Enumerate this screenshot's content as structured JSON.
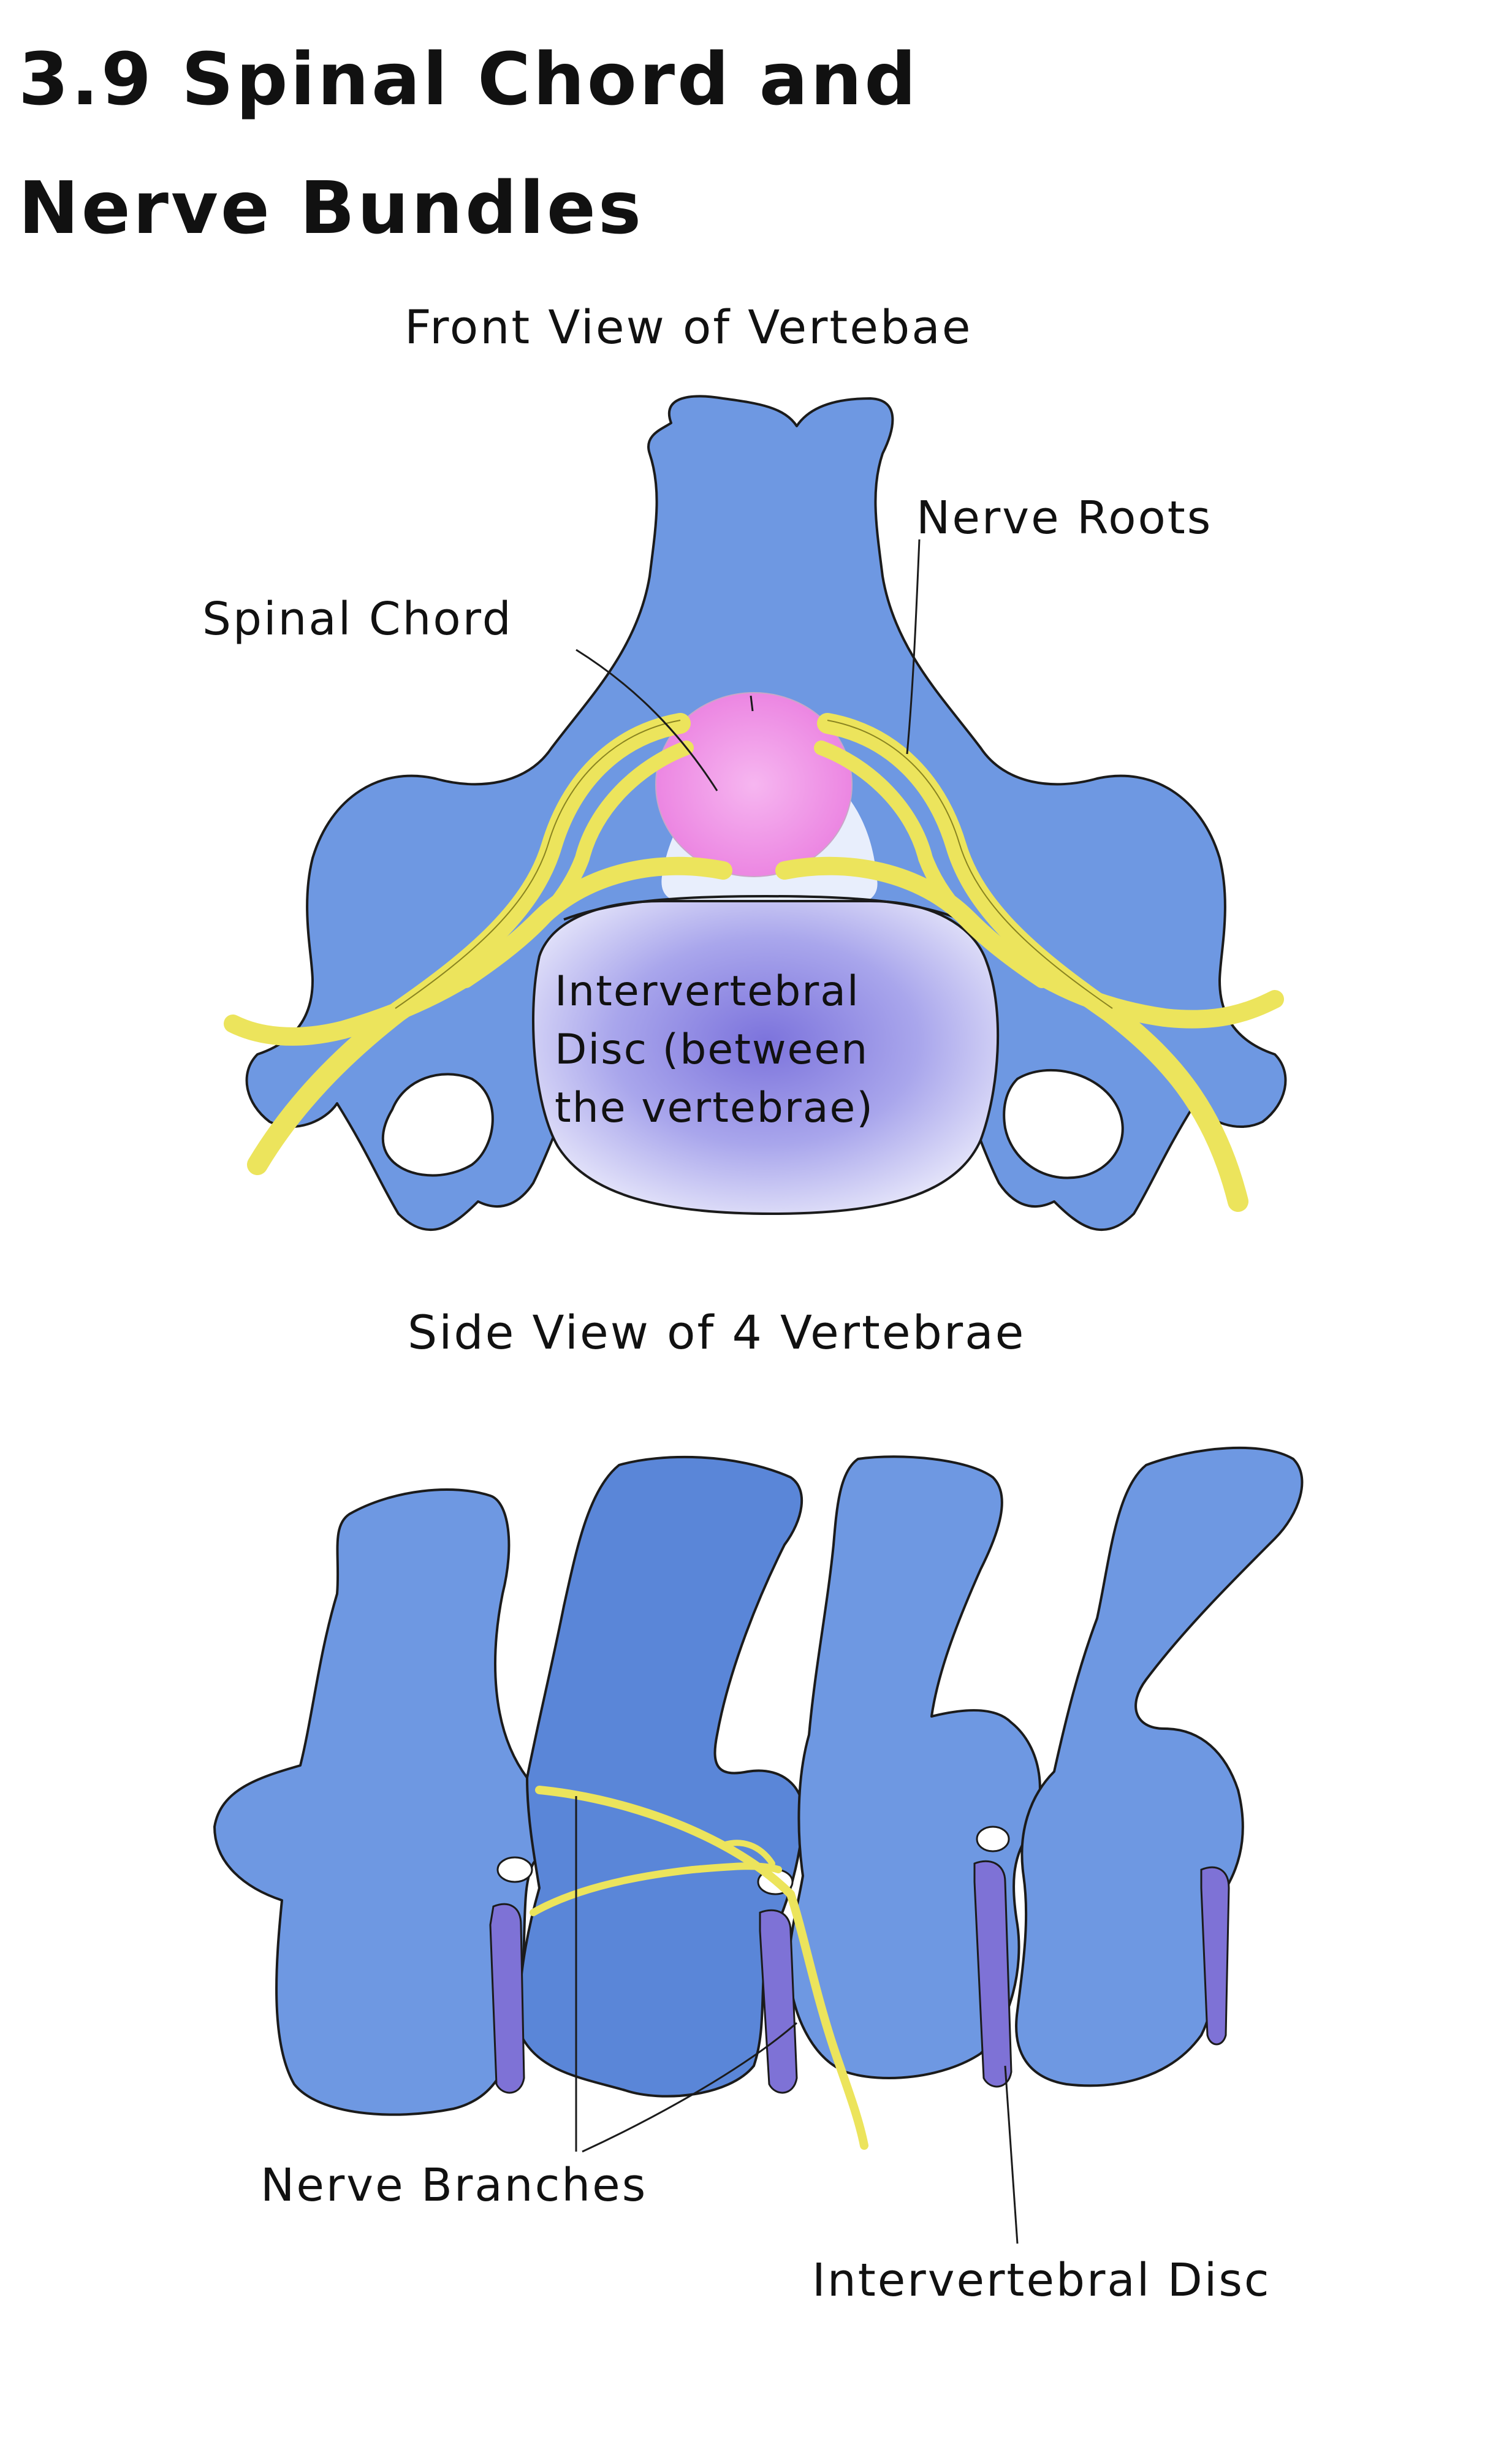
{
  "title": {
    "line1": "3.9 Spinal Chord and",
    "line2": "Nerve Bundles"
  },
  "front_view": {
    "heading": "Front View of Vertebae",
    "labels": {
      "nerve_roots": "Nerve Roots",
      "spinal_chord": "Spinal Chord",
      "disc_line1": "Intervertebral",
      "disc_line2": "Disc (between",
      "disc_line3": "the vertebrae)"
    }
  },
  "side_view": {
    "heading": "Side View of 4 Vertebrae",
    "labels": {
      "nerve_branches": "Nerve Branches",
      "intervertebral_disc": "Intervertebral Disc"
    }
  },
  "colors": {
    "bone": "#6e98e2",
    "nerve": "#ece45c",
    "spinal_chord": "#f08fe6",
    "disc": "#8f8ee6",
    "disc_band": "#7e72d6"
  }
}
